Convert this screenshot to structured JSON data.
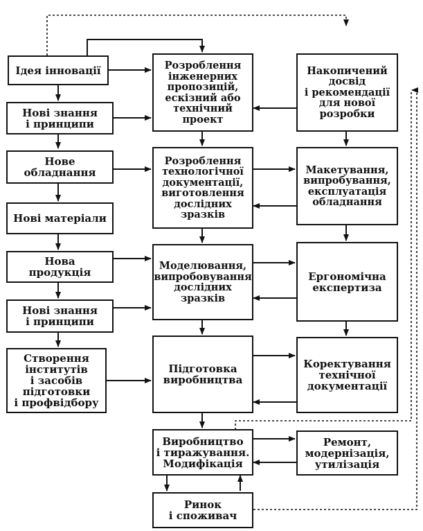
{
  "boxes": {
    "idea": "Ідея інновації",
    "knowledge1": "Нові знання\nі принципи",
    "equipment": "Нове\nобладнання",
    "materials": "Нові матеріали",
    "product": "Нова\nпродукція",
    "knowledge2": "Нові знання\nі принципи",
    "institutes": "Створення\nінститутів\nі засобів\nпідготовки\nі профвідбору",
    "engineering": "Розроблення\nінженерних\nпропозицій,\nескізний або\nтехнічний\nпроект",
    "techdocs": "Розроблення\nтехнологічної\nдокументації,\nвиготовлення\nдослідних\nзразків",
    "modeling": "Моделювання,\nвипробовування\nдослідних\nзразків",
    "preparation": "Підготовка\nвиробництва",
    "production": "Виробництво\nі тиражування.\nМодифікація",
    "market": "Ринок\nі споживач",
    "experience": "Накопичений\nдосвід\nі рекомендації\nдля нової\nрозробки",
    "mockup": "Макетування,\nвипробування,\nексплуатація\nобладнання",
    "ergonomic": "Ергономічна\nекспертиза",
    "correction": "Коректування\nтехнічної\nдокументації",
    "repair": "Ремонт,\nмодернізація,\nутилізація"
  },
  "colors": {
    "line": "#111111",
    "background": "#ffffff"
  }
}
